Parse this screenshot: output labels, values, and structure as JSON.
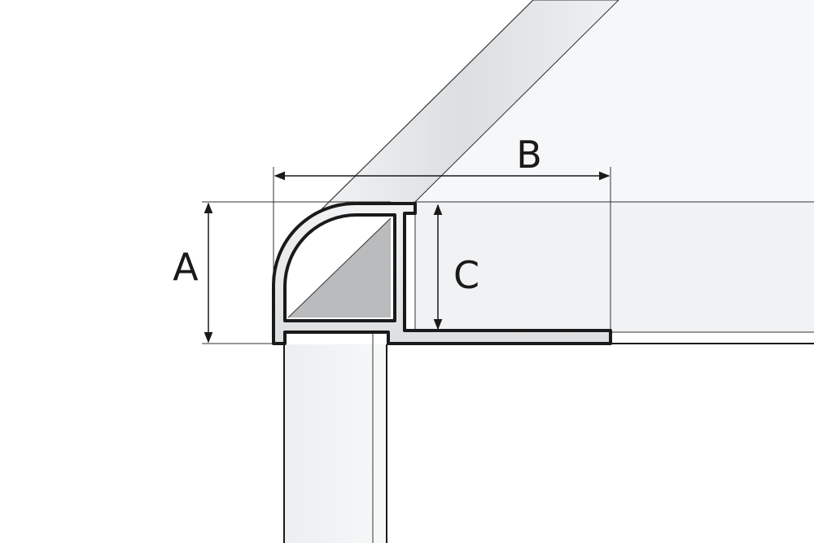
{
  "dimensions": {
    "a": "A",
    "b": "B",
    "c": "C"
  },
  "colors": {
    "outline": "#1a1a1a",
    "thin_line": "#333333",
    "profile_fill": "#e4e6e8",
    "insert_fill": "#b9bbbd",
    "surface_light": "#f6f7f8",
    "surface_mid": "#eceeef"
  }
}
